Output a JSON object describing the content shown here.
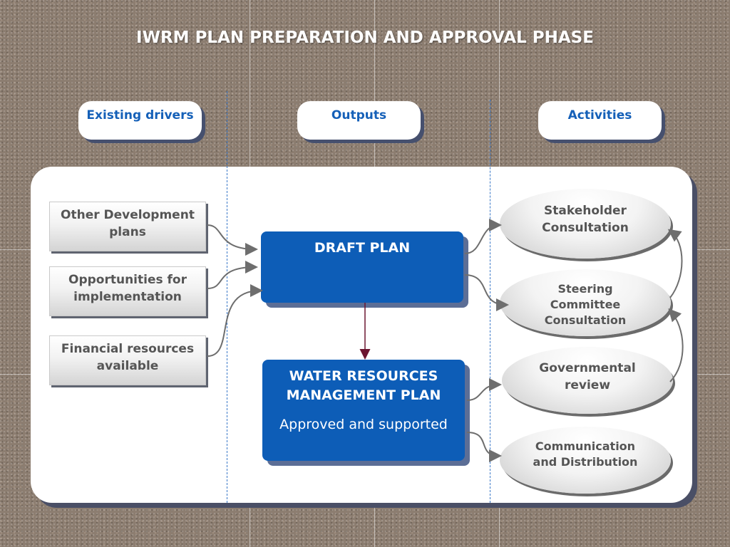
{
  "title": "IWRM PLAN PREPARATION AND APPROVAL PHASE",
  "headers": {
    "existing_drivers": "Existing drivers",
    "outputs": "Outputs",
    "activities": "Activities"
  },
  "drivers": [
    "Other Development plans",
    "Opportunities for implementation",
    "Financial resources available"
  ],
  "outputs": {
    "draft_plan": "DRAFT PLAN",
    "wrm_plan_title": "WATER RESOURCES MANAGEMENT PLAN",
    "wrm_plan_status": "Approved and supported"
  },
  "activities": [
    "Stakeholder Consultation",
    "Steering Committee Consultation",
    "Governmental review",
    "Communication and Distribution"
  ],
  "colors": {
    "accent_blue": "#0d5db7",
    "header_text": "#1560b8",
    "arrow_red": "#6b1530",
    "connector_gray": "#6e6e6e"
  }
}
